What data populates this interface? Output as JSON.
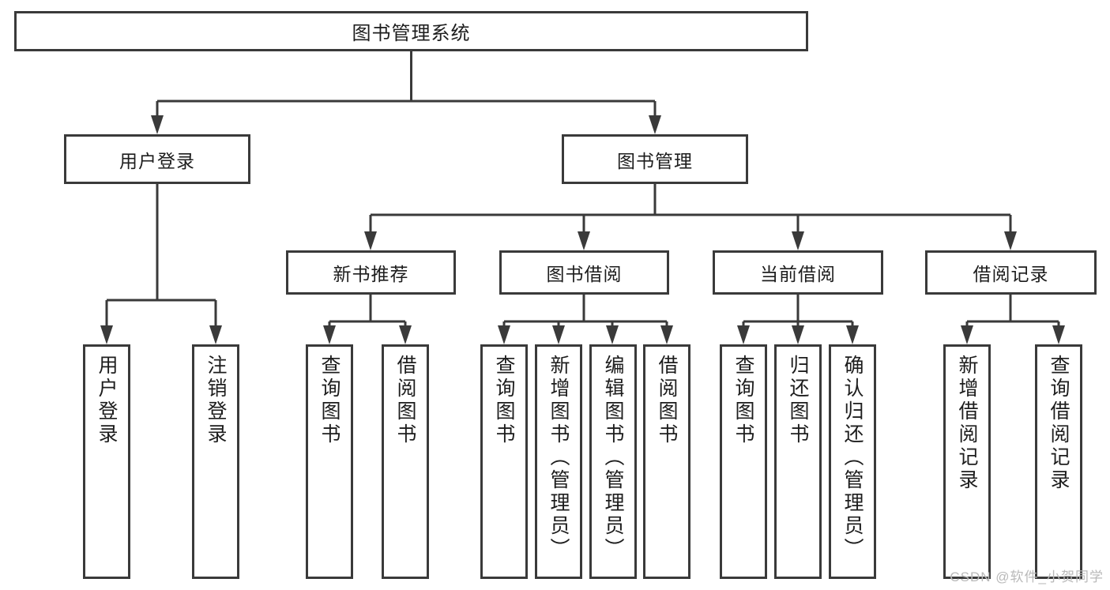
{
  "diagram": {
    "type": "tree",
    "title": "图书管理系统",
    "watermark": "CSDN @软件_小贺同学",
    "colors": {
      "stroke": "#3a3a3a",
      "fill": "#ffffff",
      "text": "#1d1d1d",
      "watermark": "#b9b9b9"
    },
    "levels": {
      "root": {
        "label": "图书管理系统"
      },
      "level2": [
        {
          "label": "用户登录"
        },
        {
          "label": "图书管理"
        }
      ],
      "level3": [
        {
          "label": "新书推荐"
        },
        {
          "label": "图书借阅"
        },
        {
          "label": "当前借阅"
        },
        {
          "label": "借阅记录"
        }
      ],
      "leaves": [
        {
          "label": "用户登录"
        },
        {
          "label": "注销登录"
        },
        {
          "label": "查询图书"
        },
        {
          "label": "借阅图书"
        },
        {
          "label": "查询图书"
        },
        {
          "label": "新增图书（管理员）"
        },
        {
          "label": "编辑图书（管理员）"
        },
        {
          "label": "借阅图书"
        },
        {
          "label": "查询图书"
        },
        {
          "label": "归还图书"
        },
        {
          "label": "确认归还（管理员）"
        },
        {
          "label": "新增借阅记录"
        },
        {
          "label": "查询借阅记录"
        }
      ]
    },
    "groups": [
      {
        "parent": "用户登录",
        "children": [
          "用户登录",
          "注销登录"
        ]
      },
      {
        "parent": "新书推荐",
        "children": [
          "查询图书",
          "借阅图书"
        ]
      },
      {
        "parent": "图书借阅",
        "children": [
          "查询图书",
          "新增图书（管理员）",
          "编辑图书（管理员）",
          "借阅图书"
        ]
      },
      {
        "parent": "当前借阅",
        "children": [
          "查询图书",
          "归还图书",
          "确认归还（管理员）"
        ]
      },
      {
        "parent": "借阅记录",
        "children": [
          "新增借阅记录",
          "查询借阅记录"
        ]
      },
      {
        "parent": "图书管理",
        "children": [
          "新书推荐",
          "图书借阅",
          "当前借阅",
          "借阅记录"
        ]
      },
      {
        "parent": "图书管理系统",
        "children": [
          "用户登录",
          "图书管理"
        ]
      }
    ]
  }
}
